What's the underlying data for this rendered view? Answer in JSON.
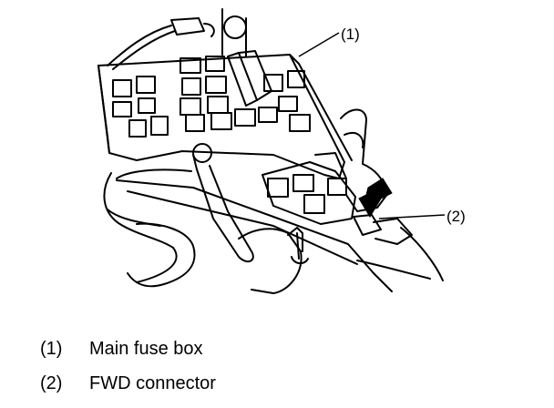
{
  "callouts": [
    {
      "label": "(1)"
    },
    {
      "label": "(2)"
    }
  ],
  "legend": [
    {
      "num": "(1)",
      "text": "Main fuse box"
    },
    {
      "num": "(2)",
      "text": "FWD connector"
    }
  ]
}
